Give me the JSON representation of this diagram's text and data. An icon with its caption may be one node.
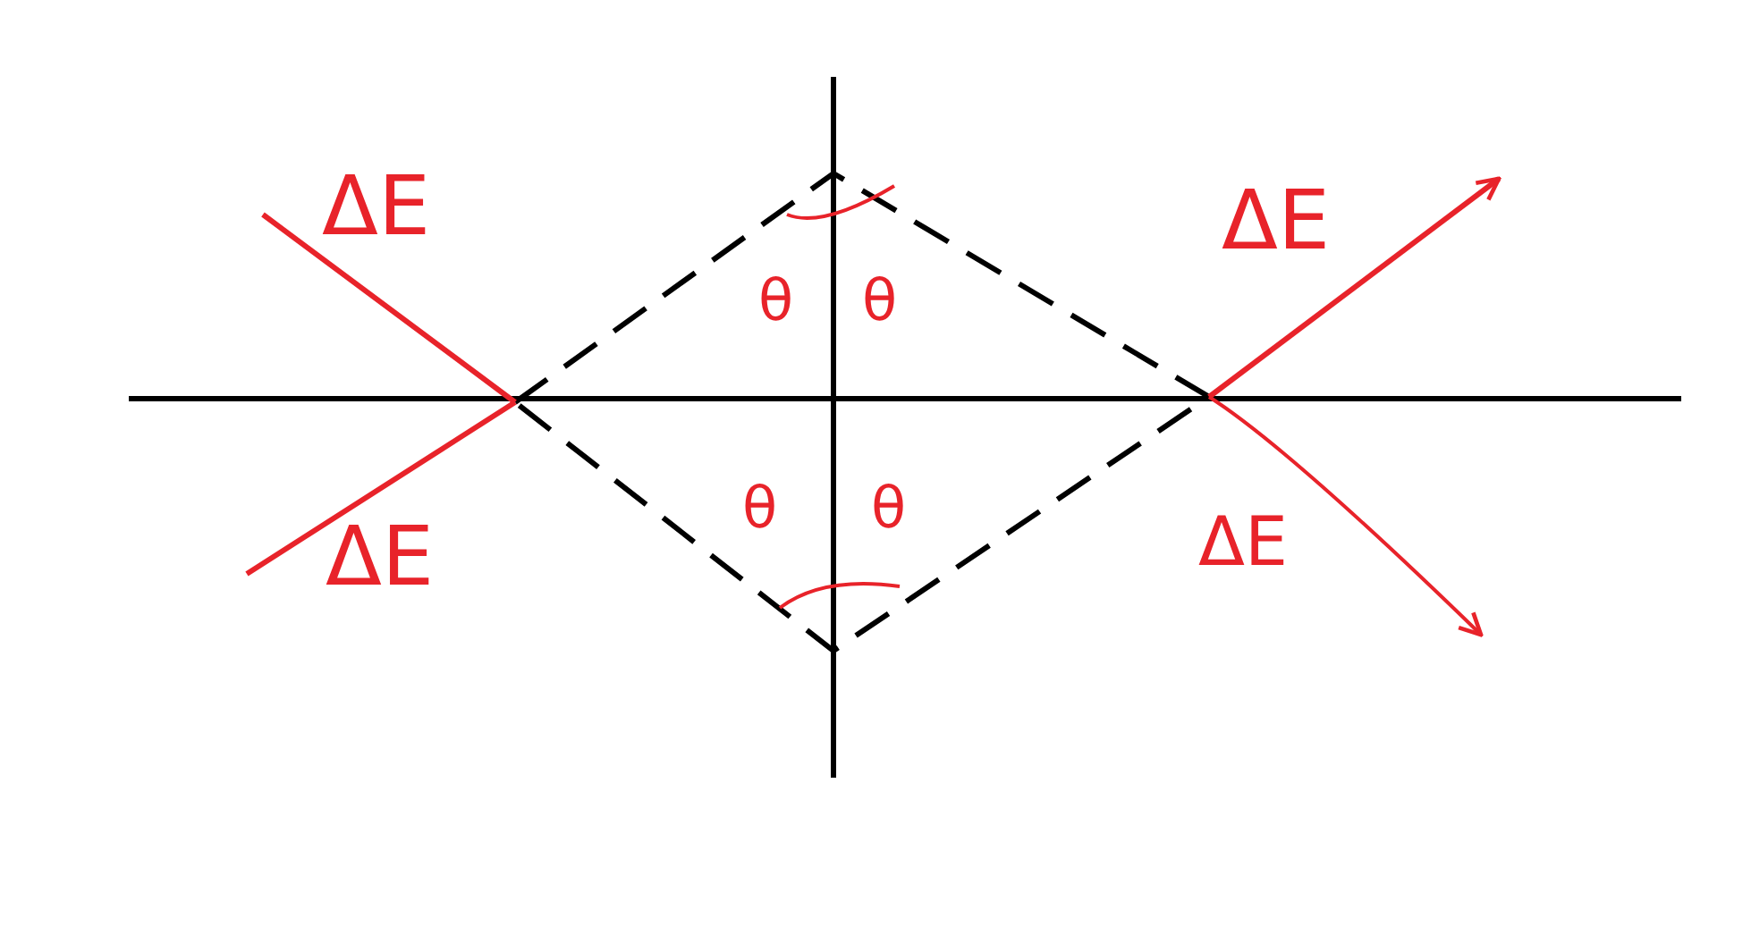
{
  "diagram": {
    "labels": [
      "ΔE",
      "ΔE",
      "θ",
      "θ",
      "θ",
      "θ",
      "ΔE",
      "ΔE"
    ]
  }
}
